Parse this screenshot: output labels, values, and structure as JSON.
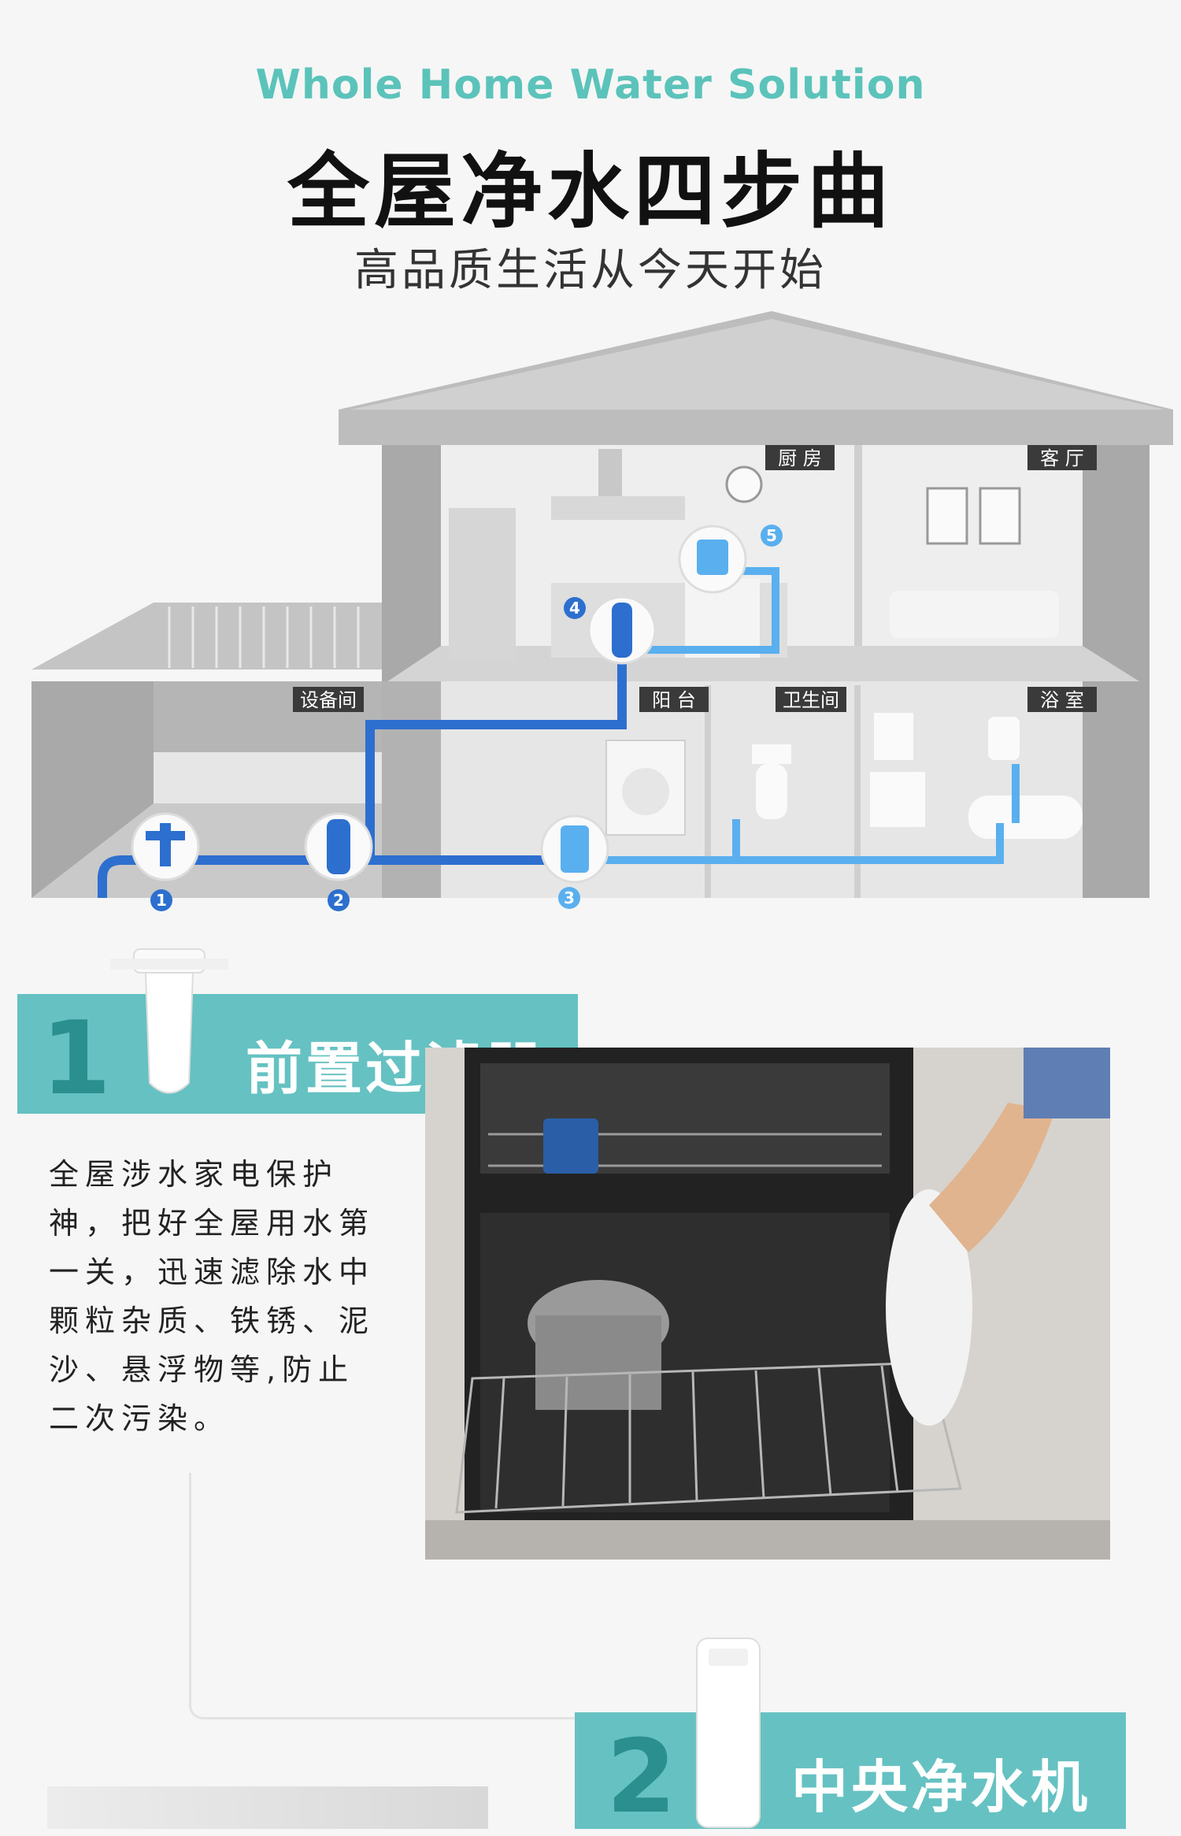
{
  "header": {
    "subtitle_en": "Whole Home Water Solution",
    "title_cn": "全屋净水四步曲",
    "tagline": "高品质生活从今天开始"
  },
  "house": {
    "rooms": {
      "kitchen": "厨 房",
      "living_room": "客 厅",
      "equipment_room": "设备间",
      "balcony": "阳 台",
      "toilet": "卫生间",
      "bathroom": "浴 室"
    },
    "badges": [
      "1",
      "2",
      "3",
      "4",
      "5"
    ]
  },
  "steps": [
    {
      "number": "1",
      "title": "前置过滤器",
      "description": "全屋涉水家电保护神，把好全屋用水第一关，迅速滤除水中颗粒杂质、铁锈、泥沙、悬浮物等,防止二次污染。"
    },
    {
      "number": "2",
      "title": "中央净水机"
    }
  ],
  "colors": {
    "accent_teal": "#66c2c2",
    "heading_teal": "#5cc3bb",
    "pipe_dark": "#2c6fcf",
    "pipe_light": "#5ab0ee"
  }
}
